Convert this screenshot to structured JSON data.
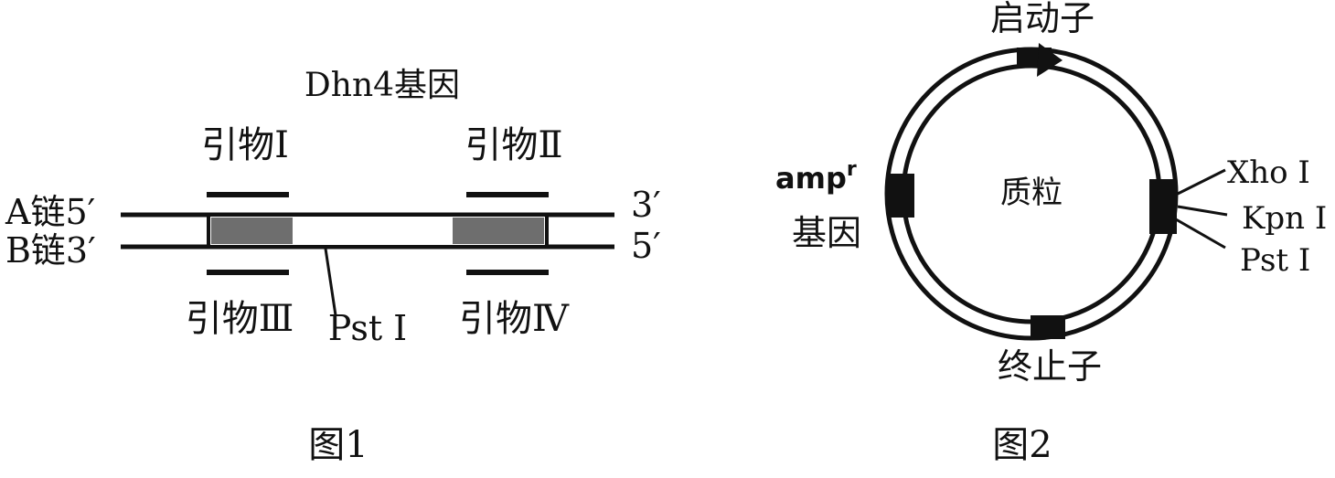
{
  "figure1": {
    "gene_title": "Dhn4基因",
    "primer_1": "引物Ⅰ",
    "primer_2": "引物Ⅱ",
    "primer_3": "引物Ⅲ",
    "primer_4": "引物Ⅳ",
    "strand_a": "A链5′",
    "strand_b": "B链3′",
    "end_a": "3′",
    "end_b": "5′",
    "site": "Pst Ⅰ",
    "caption": "图1"
  },
  "figure2": {
    "promoter": "启动子",
    "plasmid": "质粒",
    "terminator": "终止子",
    "amp_base": "amp",
    "amp_sup": "r",
    "amp_gene": "基因",
    "site_xho": "Xho Ⅰ",
    "site_kpn": "Kpn Ⅰ",
    "site_pst": "Pst Ⅰ",
    "caption": "图2"
  },
  "colors": {
    "ink": "#111111",
    "primer_region": "#6e6e6e",
    "background": "#ffffff"
  }
}
